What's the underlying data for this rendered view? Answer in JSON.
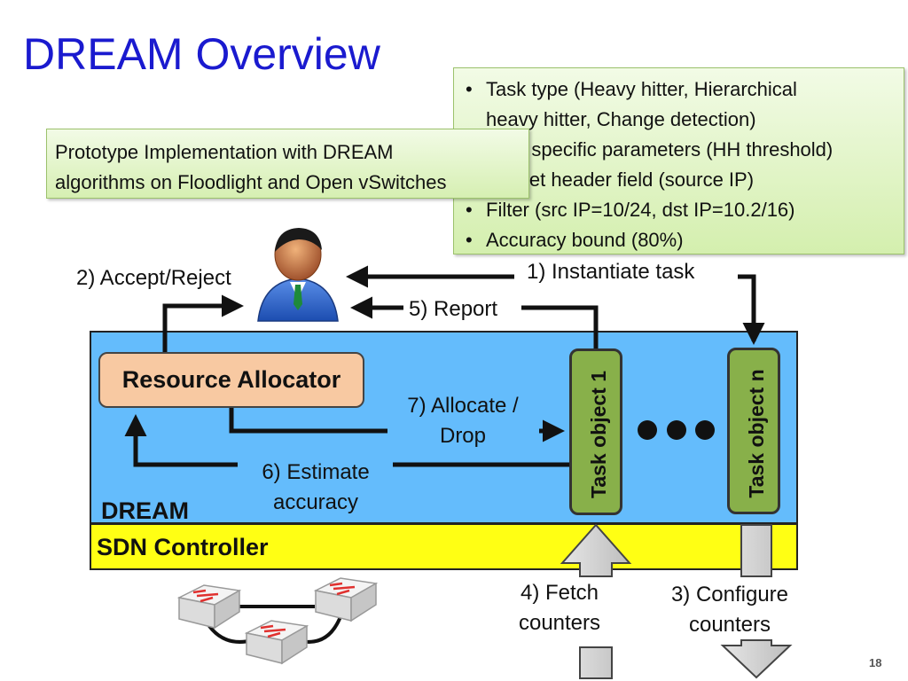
{
  "title": "DREAM Overview",
  "task_spec": {
    "items": [
      {
        "line1": "Task type (Heavy hitter, Hierarchical",
        "line2": "heavy hitter, Change detection)"
      },
      {
        "line1": "Task specific parameters (HH threshold)"
      },
      {
        "line1": "Packet header field (source IP)"
      },
      {
        "line1": "Filter (src IP=10/24, dst IP=10.2/16)"
      },
      {
        "line1": "Accuracy bound (80%)"
      }
    ]
  },
  "prototype_note": {
    "line1": "Prototype Implementation with DREAM",
    "line2": "algorithms on Floodlight and Open vSwitches"
  },
  "regions": {
    "dream": "DREAM",
    "sdn_controller": "SDN Controller"
  },
  "resource_allocator": "Resource Allocator",
  "task_objects": {
    "first": "Task object  1",
    "last": "Task object  n"
  },
  "flows": {
    "instantiate": "1) Instantiate task",
    "accept_reject": "2) Accept/Reject",
    "configure": {
      "line1": "3) Configure",
      "line2": "counters"
    },
    "fetch": {
      "line1": "4) Fetch",
      "line2": "counters"
    },
    "report": "5) Report",
    "estimate": {
      "line1": "6) Estimate",
      "line2": "accuracy"
    },
    "allocate": {
      "line1": "7) Allocate /",
      "line2": "Drop"
    }
  },
  "page_number": "18",
  "colors": {
    "title": "#1a1acf",
    "dream_region": "#64bcfc",
    "sdn_region": "#ffff14",
    "task_object": "#88b04a",
    "resource_allocator": "#f8c9a2",
    "callout": "#e2f5c8"
  },
  "icons": [
    "user-icon",
    "switch-icon"
  ]
}
